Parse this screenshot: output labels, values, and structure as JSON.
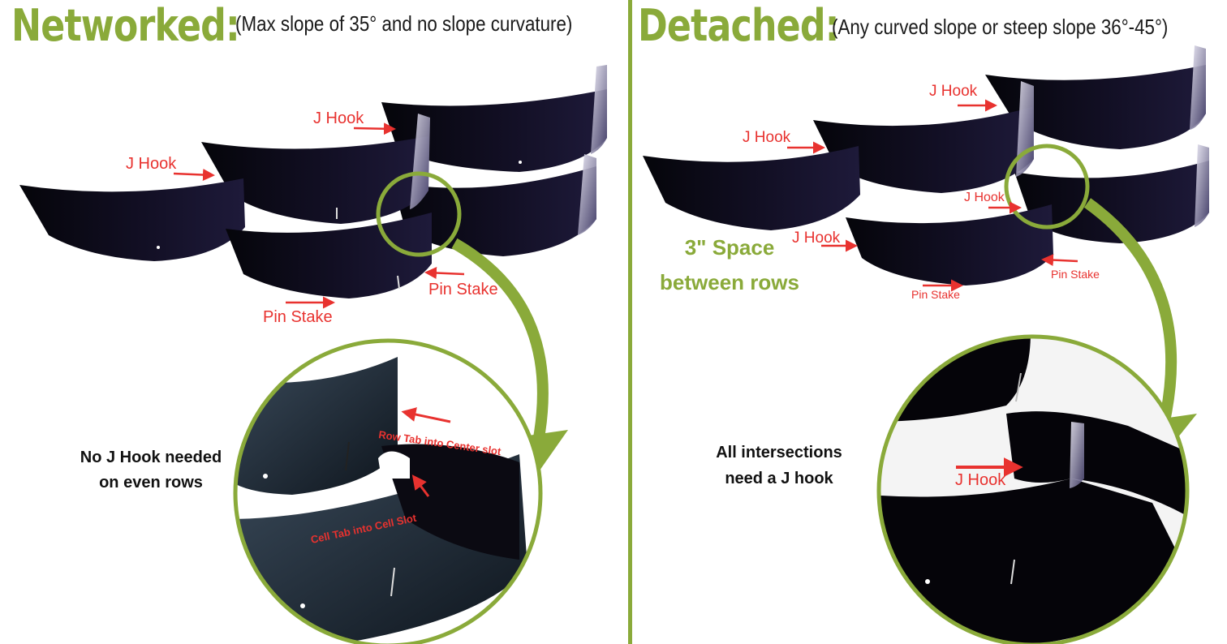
{
  "networked": {
    "title": "Networked:",
    "subtitle": "(Max slope of 35° and no slope curvature)",
    "labels": {
      "j_hook_1": "J Hook",
      "j_hook_2": "J Hook",
      "pin_stake_1": "Pin Stake",
      "pin_stake_2": "Pin Stake"
    },
    "detail": {
      "row_tab": "Row Tab into Center slot",
      "cell_tab": "Cell Tab into Cell Slot"
    },
    "note_line1": "No J Hook needed",
    "note_line2": "on even rows"
  },
  "detached": {
    "title": "Detached:",
    "subtitle": "(Any curved slope or steep slope 36°-45°)",
    "labels": {
      "j_hook_1": "J Hook",
      "j_hook_2": "J Hook",
      "j_hook_3": "J Hook",
      "j_hook_4": "J Hook",
      "pin_stake_1": "Pin Stake",
      "pin_stake_2": "Pin Stake"
    },
    "space_line1": "3\" Space",
    "space_line2": "between rows",
    "detail": {
      "j_hook": "J Hook"
    },
    "note_line1": "All intersections",
    "note_line2": "need a J hook"
  },
  "colors": {
    "accent_green": "#8aaa3a",
    "label_red": "#e8322f",
    "panel_black": "#0b0a12"
  }
}
